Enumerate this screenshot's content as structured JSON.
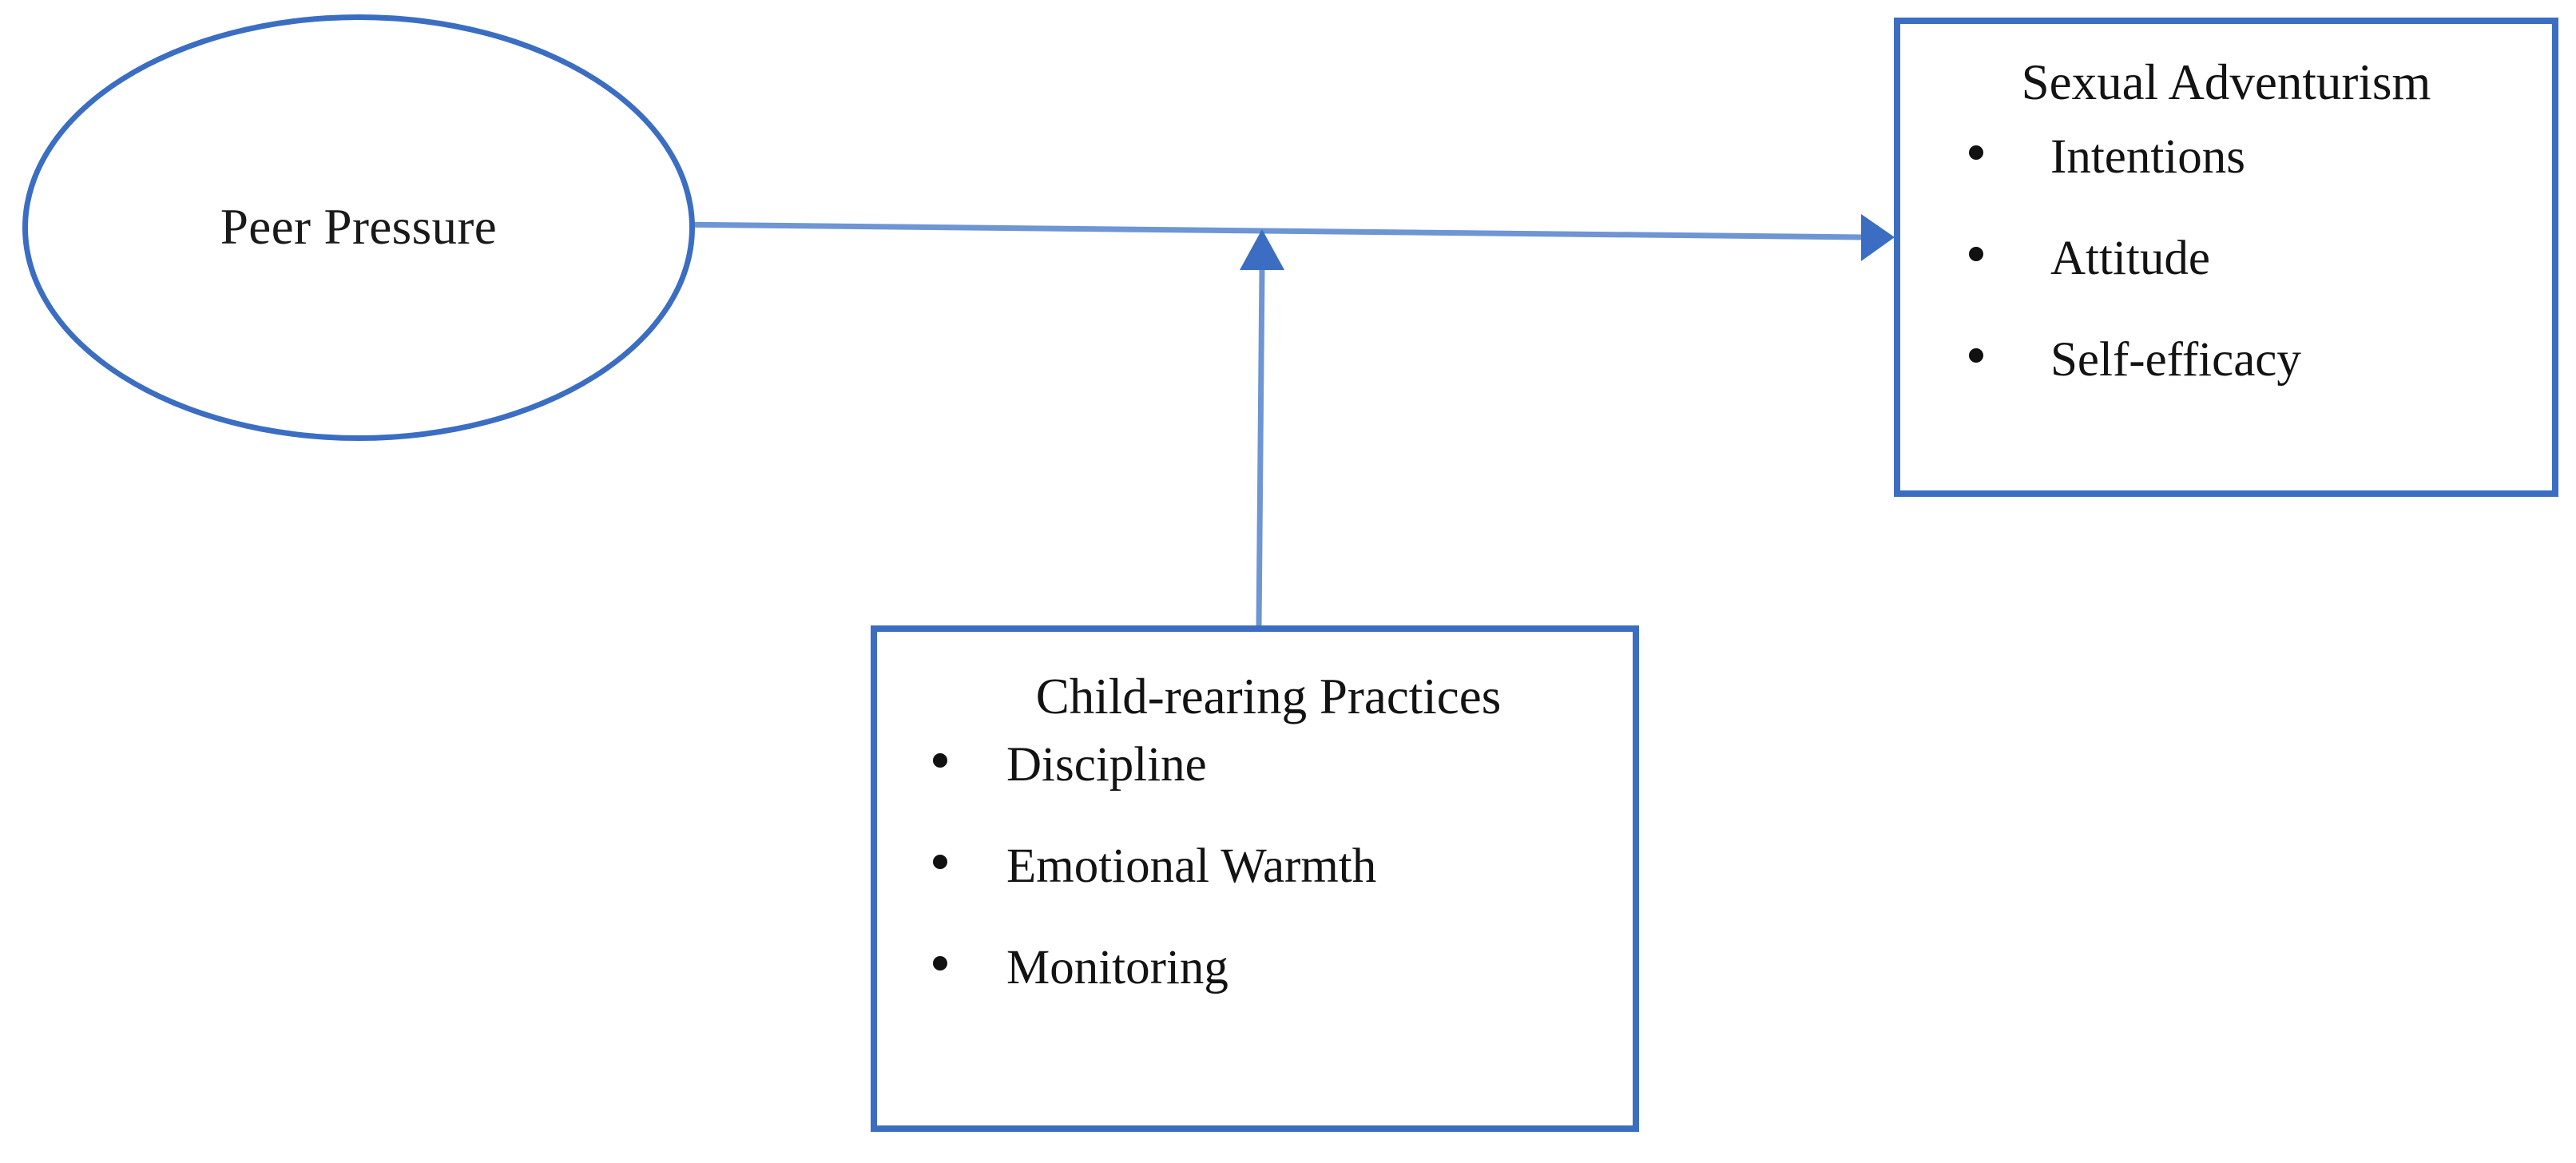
{
  "diagram": {
    "background_color": "#ffffff",
    "accent_color": "#3B6EC3",
    "text_color": "#131313",
    "nodes": {
      "peer_pressure": {
        "label": "Peer Pressure",
        "shape": "ellipse"
      },
      "sexual_adventurism": {
        "title": "Sexual Adventurism",
        "shape": "rectangle",
        "items": [
          "Intentions",
          "Attitude",
          "Self-efficacy"
        ]
      },
      "child_rearing": {
        "title": "Child-rearing Practices",
        "shape": "rectangle",
        "items": [
          "Discipline",
          "Emotional Warmth",
          "Monitoring"
        ]
      }
    },
    "edges": [
      {
        "name": "peer-pressure-to-sexual-adventurism",
        "from": "peer_pressure",
        "to": "sexual_adventurism",
        "direction": "right",
        "arrowhead": "filled-triangle",
        "color": "#6E95D4"
      },
      {
        "name": "child-rearing-to-link",
        "from": "child_rearing",
        "to": "peer-pressure-to-sexual-adventurism",
        "direction": "up",
        "arrowhead": "filled-triangle",
        "color": "#6E95D4"
      }
    ]
  }
}
